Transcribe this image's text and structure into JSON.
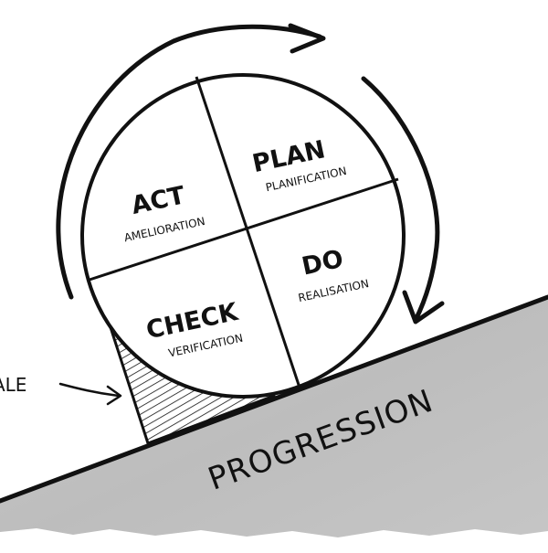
{
  "quadrants": {
    "act": {
      "title": "ACT",
      "subtitle": "AMELIORATION"
    },
    "plan": {
      "title": "PLAN",
      "subtitle": "PLANIFICATION"
    },
    "check": {
      "title": "CHECK",
      "subtitle": "VERIFICATION"
    },
    "do": {
      "title": "DO",
      "subtitle": "REALISATION"
    }
  },
  "wedge_label": "CALE",
  "slope_label": "PROGRESSION"
}
